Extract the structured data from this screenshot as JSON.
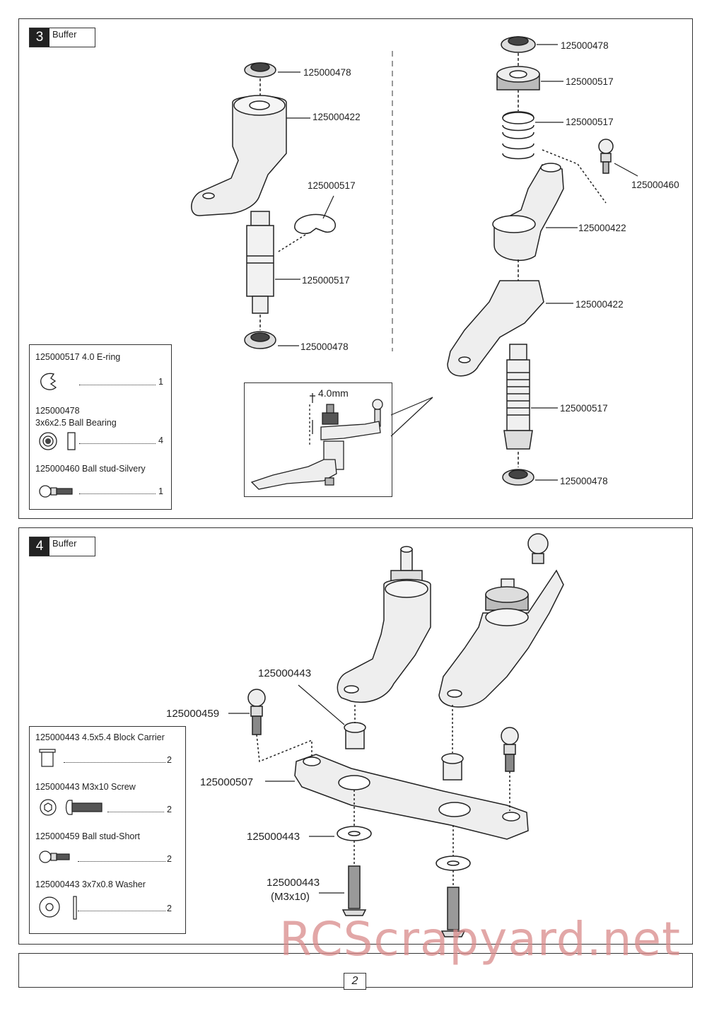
{
  "step3": {
    "number": "3",
    "title": "Buffer",
    "labels": {
      "left_bearing_top": "125000478",
      "left_arm": "125000422",
      "left_ering": "125000517",
      "left_shaft": "125000517",
      "left_bearing_bottom": "125000478",
      "right_bearing_top": "125000478",
      "right_nut": "125000517",
      "right_spring": "125000517",
      "right_ballstud": "125000460",
      "right_upper_arm": "125000422",
      "right_lower_arm": "125000422",
      "right_shaft": "125000517",
      "right_bearing_bottom": "125000478"
    },
    "detail_dimension": "4.0mm",
    "legend": [
      {
        "title": "125000517  4.0 E-ring",
        "qty": "1"
      },
      {
        "title": "125000478",
        "subtitle": "3x6x2.5 Ball Bearing",
        "qty": "4"
      },
      {
        "title": "125000460 Ball stud-Silvery",
        "qty": "1"
      }
    ]
  },
  "step4": {
    "number": "4",
    "title": "Buffer",
    "labels": {
      "block_carrier": "125000443",
      "ball_stud": "125000459",
      "link_plate": "125000507",
      "washer": "125000443",
      "screw": "125000443",
      "screw_spec": "(M3x10)"
    },
    "legend": [
      {
        "title": "125000443  4.5x5.4 Block Carrier",
        "qty": "2"
      },
      {
        "title": "125000443  M3x10 Screw",
        "qty": "2"
      },
      {
        "title": "125000459 Ball stud-Short",
        "qty": "2"
      },
      {
        "title": "125000443   3x7x0.8 Washer",
        "qty": "2"
      }
    ]
  },
  "page_number": "2",
  "watermark": "RCScrapyard.net"
}
